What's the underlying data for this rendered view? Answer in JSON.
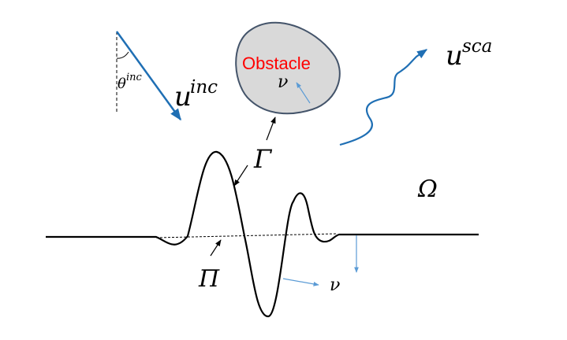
{
  "colors": {
    "curve": "#000000",
    "accent": "#1f6fb4",
    "arrow_light": "#5b9bd5",
    "obstacle_fill": "#d9d9d9",
    "obstacle_stroke": "#44546a",
    "obstacle_text": "#ff0000"
  },
  "labels": {
    "theta_base": "θ",
    "theta_sup": "inc",
    "u_inc_base": "u",
    "u_inc_sup": "inc",
    "u_sca_base": "u",
    "u_sca_sup": "sca",
    "obstacle": "Obstacle",
    "nu_obstacle": "ν",
    "gamma": "Γ",
    "omega": "Ω",
    "pi": "Π",
    "nu_boundary": "ν"
  }
}
